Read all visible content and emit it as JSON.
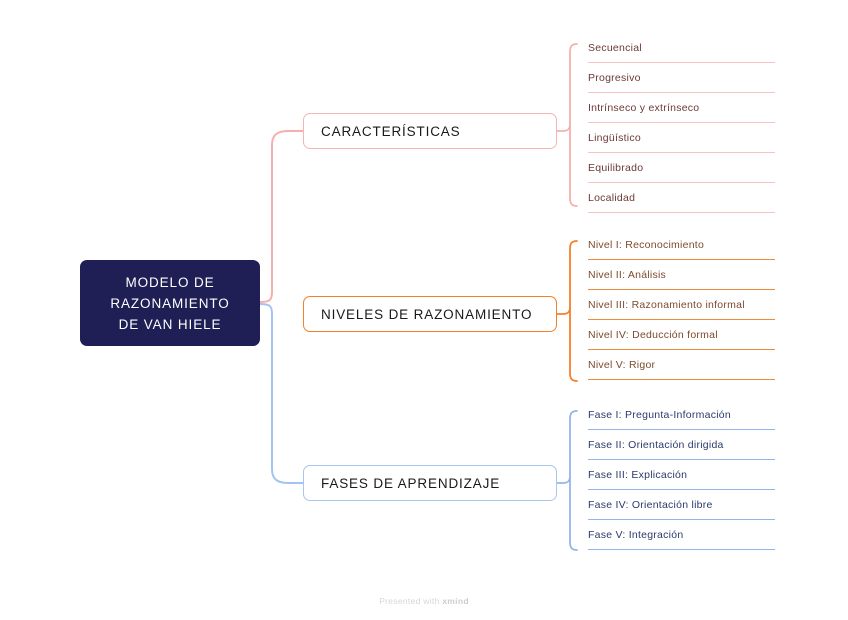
{
  "root": {
    "label": "MODELO DE\nRAZONAMIENTO\nDE VAN HIELE",
    "color": "#1f1f55",
    "text_color": "#ffffff"
  },
  "branches": [
    {
      "id": "caracteristicas",
      "label": "CARACTERÍSTICAS",
      "color": "#f3b6b6",
      "leaf_line_color": "#f8c2c2",
      "leaf_text_color": "#6b3a35",
      "leaves": [
        "Secuencial",
        "Progresivo",
        "Intrínseco y extrínseco",
        "Lingüístico",
        "Equilibrado",
        "Localidad"
      ]
    },
    {
      "id": "niveles",
      "label": "NIVELES DE RAZONAMIENTO",
      "color": "#f4802a",
      "leaf_line_color": "#f08a3c",
      "leaf_text_color": "#7d4a2e",
      "leaves": [
        "Nivel I: Reconocimiento",
        "Nivel II: Análisis",
        "Nivel III: Razonamiento informal",
        "Nivel IV: Deducción formal",
        "Nivel V: Rigor"
      ]
    },
    {
      "id": "fases",
      "label": "FASES DE APRENDIZAJE",
      "color": "#a8c6ef",
      "leaf_line_color": "#93b6e8",
      "leaf_text_color": "#2b3a6b",
      "leaves": [
        "Fase I: Pregunta-Información",
        "Fase II: Orientación dirigida",
        "Fase III: Explicación",
        "Fase IV: Orientación libre",
        "Fase V: Integración"
      ]
    }
  ],
  "footer": {
    "prefix": "Presented with ",
    "brand": "xmind"
  }
}
